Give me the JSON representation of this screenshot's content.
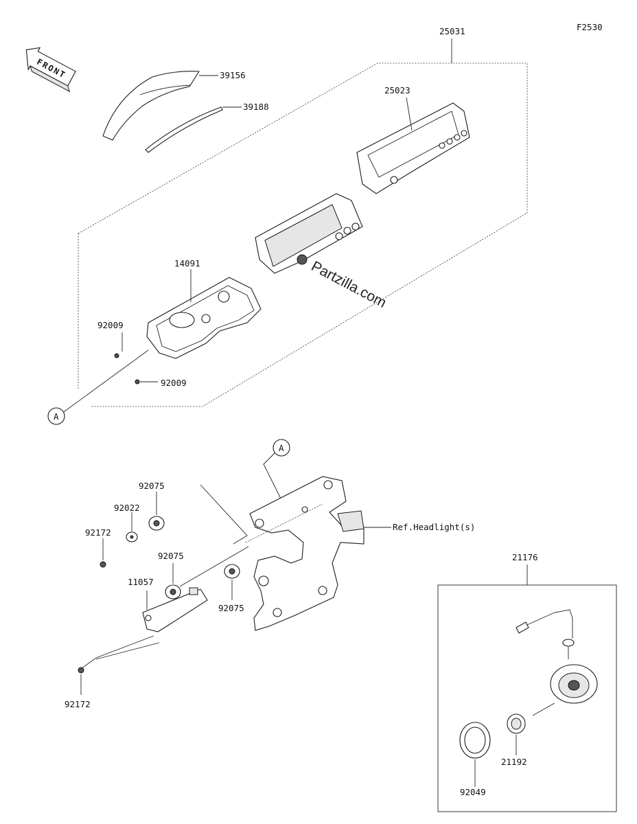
{
  "figure_id": "F2530",
  "front_label": "FRONT",
  "watermark": "Partzilla.com",
  "reference_letter": "A",
  "ref_headlight": "Ref.Headlight(s)",
  "parts": {
    "p25031": "25031",
    "p25023": "25023",
    "p39156": "39156",
    "p39188": "39188",
    "p14091": "14091",
    "p92009_a": "92009",
    "p92009_b": "92009",
    "p92075_a": "92075",
    "p92075_b": "92075",
    "p92075_c": "92075",
    "p92022": "92022",
    "p92172_a": "92172",
    "p92172_b": "92172",
    "p11057": "11057",
    "p21176": "21176",
    "p21192": "21192",
    "p92049": "92049"
  }
}
